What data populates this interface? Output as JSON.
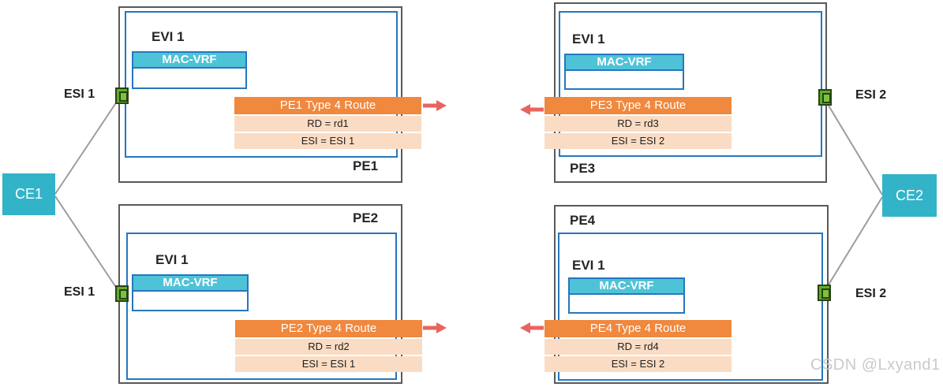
{
  "watermark": "CSDN @Lxyand1",
  "colors": {
    "outer_border_gray": "#595959",
    "inner_border_blue": "#2577BE",
    "ce_teal": "#33B3C8",
    "macvrf_teal": "#4EC3D8",
    "route_orange": "#F0883E",
    "route_row_light_orange": "#FADCC4",
    "arrow_salmon": "#E7655E",
    "port_green": "#61AD2D",
    "link_gray": "#9C9C9C"
  },
  "ce": {
    "left": "CE1",
    "right": "CE2"
  },
  "esi": {
    "left": "ESI 1",
    "right": "ESI 2"
  },
  "pes": [
    {
      "name": "PE1",
      "evi": "EVI 1",
      "macvrf": "MAC-VRF",
      "route": {
        "title": "PE1 Type 4 Route",
        "rd": "RD = rd1",
        "esi": "ESI = ESI 1"
      }
    },
    {
      "name": "PE2",
      "evi": "EVI 1",
      "macvrf": "MAC-VRF",
      "route": {
        "title": "PE2 Type 4 Route",
        "rd": "RD = rd2",
        "esi": "ESI = ESI 1"
      }
    },
    {
      "name": "PE3",
      "evi": "EVI 1",
      "macvrf": "MAC-VRF",
      "route": {
        "title": "PE3 Type 4 Route",
        "rd": "RD = rd3",
        "esi": "ESI = ESI 2"
      }
    },
    {
      "name": "PE4",
      "evi": "EVI 1",
      "macvrf": "MAC-VRF",
      "route": {
        "title": "PE4 Type 4 Route",
        "rd": "RD = rd4",
        "esi": "ESI = ESI 2"
      }
    }
  ]
}
